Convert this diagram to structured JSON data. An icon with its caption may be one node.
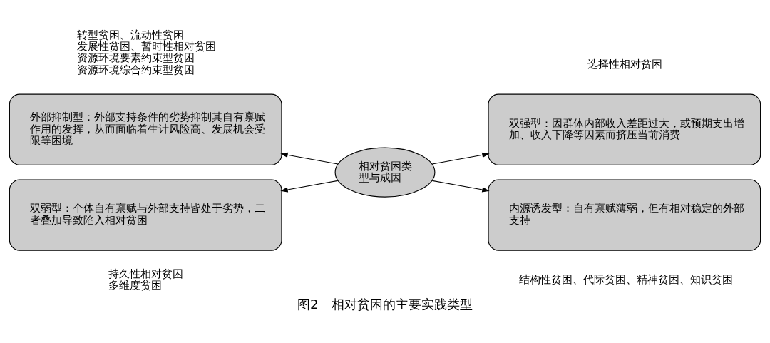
{
  "diagram": {
    "caption": "图2　相对贫困的主要实践类型",
    "nodes": [
      {
        "text": [
          "外部抑制型：外部支持条件的劣势抑制其自有禀赋作用的发挥，从而面临着生计风险高、发展机会受限等困境"
        ],
        "beside": [
          "转型贫困、流动性贫困",
          "发展性贫困、暂时性相对贫困",
          "资源环境要素约束型贫困",
          "资源环境综合约束型贫困"
        ]
      },
      {
        "text": [
          "双强型：因群体内部收入差距过大，或预期支出增加、收入下降等因素而挤压当前消费"
        ],
        "beside": [
          "选择性相对贫困"
        ]
      },
      {
        "text": [
          "相对贫困类型与成因"
        ]
      },
      {
        "text": [
          "双弱型：个体自有禀赋与外部支持皆处于劣势，二者叠加导致陷入相对贫困"
        ],
        "beside": [
          "持久性相对贫困",
          "多维度贫困"
        ]
      },
      {
        "text": [
          "内源诱发型：自有禀赋薄弱，但有相对稳定的外部支持"
        ],
        "beside": [
          "结构性贫困、代际贫困、精神贫困、知识贫困"
        ]
      }
    ],
    "edges": [
      {
        "from": 2,
        "to": 0,
        "arrow": "to"
      },
      {
        "from": 2,
        "to": 1,
        "arrow": "to"
      },
      {
        "from": 2,
        "to": 3,
        "arrow": "to"
      },
      {
        "from": 2,
        "to": 4,
        "arrow": "to"
      }
    ]
  }
}
